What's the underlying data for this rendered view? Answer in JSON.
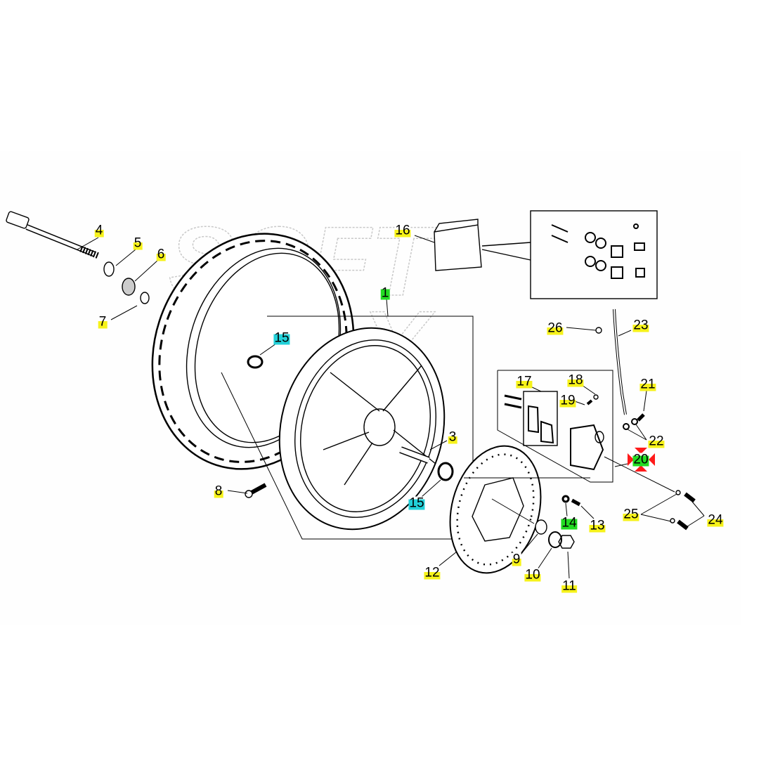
{
  "watermark": "SOFT WAY",
  "colors": {
    "yellow": "#f6f21a",
    "green": "#22dd22",
    "cyan": "#22d0d8",
    "selection_marker": "#ff1a1a"
  },
  "callouts": [
    {
      "id": "c4",
      "text": "4",
      "highlight": "yellow"
    },
    {
      "id": "c5",
      "text": "5",
      "highlight": "yellow"
    },
    {
      "id": "c6",
      "text": "6",
      "highlight": "yellow"
    },
    {
      "id": "c7",
      "text": "7",
      "highlight": "yellow"
    },
    {
      "id": "c1",
      "text": "1",
      "highlight": "green"
    },
    {
      "id": "c15a",
      "text": "15",
      "highlight": "cyan"
    },
    {
      "id": "c16",
      "text": "16",
      "highlight": "yellow"
    },
    {
      "id": "c26",
      "text": "26",
      "highlight": "yellow"
    },
    {
      "id": "c23",
      "text": "23",
      "highlight": "yellow"
    },
    {
      "id": "c17",
      "text": "17",
      "highlight": "yellow"
    },
    {
      "id": "c18",
      "text": "18",
      "highlight": "yellow"
    },
    {
      "id": "c19",
      "text": "19",
      "highlight": "yellow"
    },
    {
      "id": "c21",
      "text": "21",
      "highlight": "yellow"
    },
    {
      "id": "c22",
      "text": "22",
      "highlight": "yellow"
    },
    {
      "id": "c20",
      "text": "20",
      "highlight": "green",
      "selected": true
    },
    {
      "id": "c3",
      "text": "3",
      "highlight": "yellow"
    },
    {
      "id": "c8",
      "text": "8",
      "highlight": "yellow"
    },
    {
      "id": "c15b",
      "text": "15",
      "highlight": "cyan"
    },
    {
      "id": "c14",
      "text": "14",
      "highlight": "green"
    },
    {
      "id": "c13",
      "text": "13",
      "highlight": "yellow"
    },
    {
      "id": "c25",
      "text": "25",
      "highlight": "yellow"
    },
    {
      "id": "c24",
      "text": "24",
      "highlight": "yellow"
    },
    {
      "id": "c9",
      "text": "9",
      "highlight": "yellow"
    },
    {
      "id": "c12",
      "text": "12",
      "highlight": "yellow"
    },
    {
      "id": "c10",
      "text": "10",
      "highlight": "yellow"
    },
    {
      "id": "c11",
      "text": "11",
      "highlight": "yellow"
    }
  ]
}
